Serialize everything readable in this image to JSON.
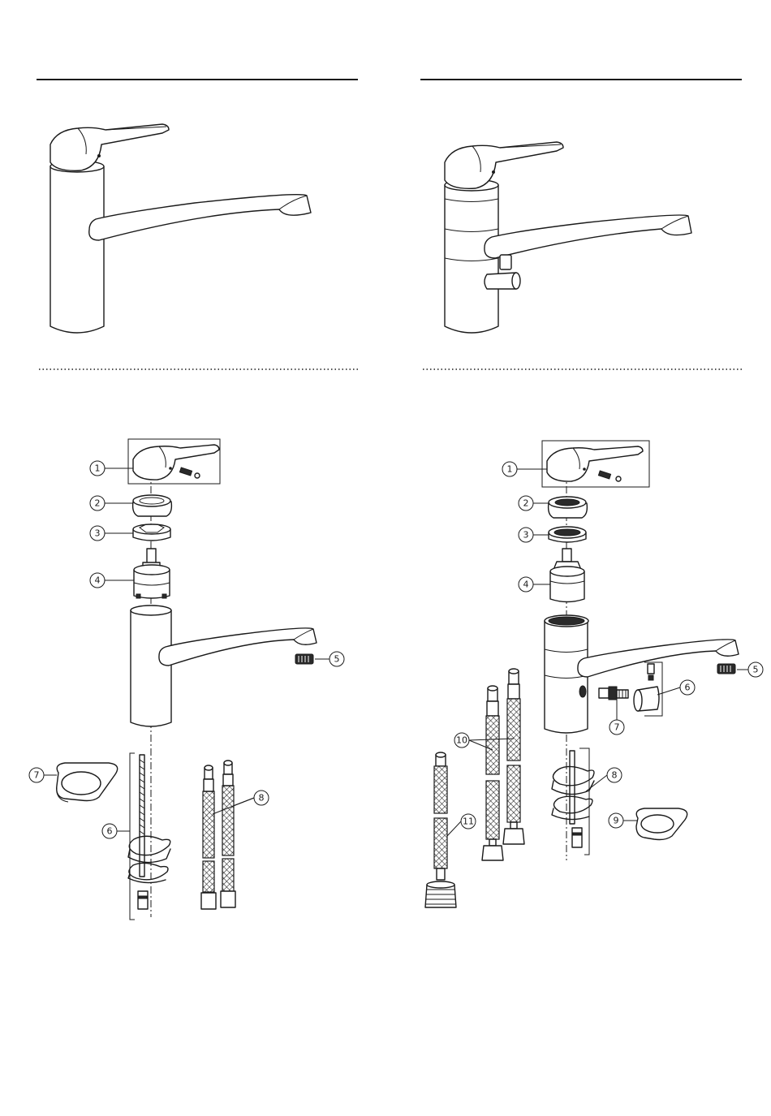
{
  "left_assembly": {
    "callouts": [
      "1",
      "2",
      "3",
      "4",
      "5",
      "6",
      "7",
      "8"
    ]
  },
  "right_assembly": {
    "callouts": [
      "1",
      "2",
      "3",
      "4",
      "5",
      "6",
      "7",
      "8",
      "9",
      "10",
      "11"
    ]
  },
  "colors": {
    "line": "#1a1a1a",
    "background": "#ffffff"
  }
}
